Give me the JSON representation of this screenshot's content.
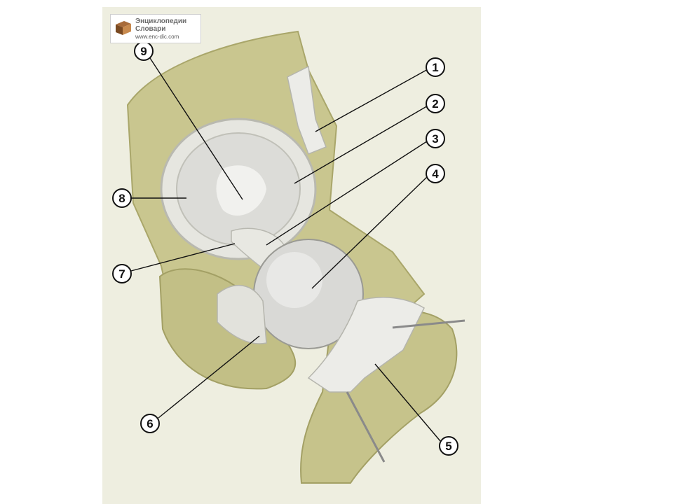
{
  "logo": {
    "line1": "Энциклопедии",
    "line2": "Словари",
    "line3": "www.enc-dic.com"
  },
  "callouts": [
    {
      "label": "1"
    },
    {
      "label": "2"
    },
    {
      "label": "3"
    },
    {
      "label": "4"
    },
    {
      "label": "5"
    },
    {
      "label": "6"
    },
    {
      "label": "7"
    },
    {
      "label": "8"
    },
    {
      "label": "9"
    }
  ],
  "colors": {
    "panel": "#eeeee0",
    "bone": "#c9c68f",
    "bone_shadow": "#a9a66a",
    "ligament": "#e4e4de",
    "cartilage": "#d9d9d6"
  }
}
